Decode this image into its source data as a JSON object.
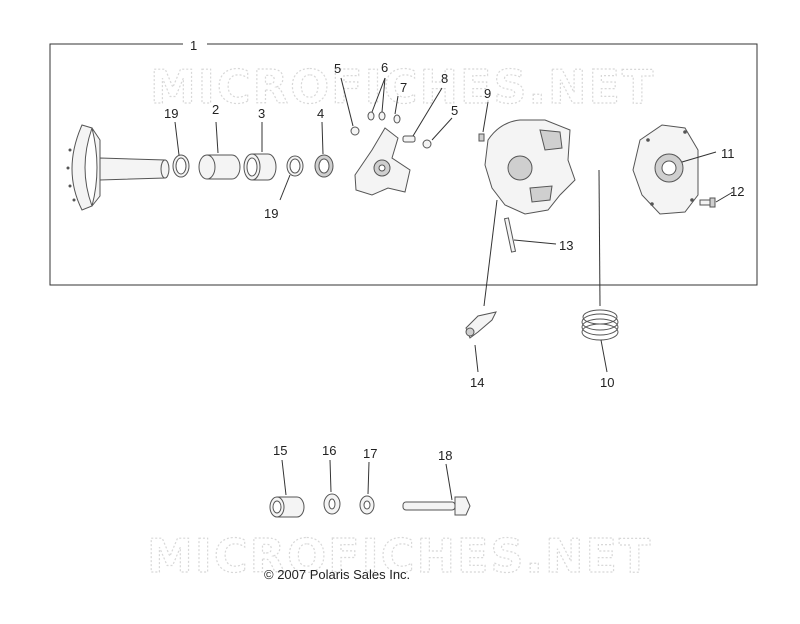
{
  "watermark": {
    "text": "MICROFICHES.NET"
  },
  "copyright": "© 2007 Polaris Sales Inc.",
  "callouts": [
    {
      "key": "c1",
      "label": "1"
    },
    {
      "key": "c2",
      "label": "2"
    },
    {
      "key": "c3",
      "label": "3"
    },
    {
      "key": "c4",
      "label": "4"
    },
    {
      "key": "c5a",
      "label": "5"
    },
    {
      "key": "c5b",
      "label": "5"
    },
    {
      "key": "c6",
      "label": "6"
    },
    {
      "key": "c7",
      "label": "7"
    },
    {
      "key": "c8",
      "label": "8"
    },
    {
      "key": "c9",
      "label": "9"
    },
    {
      "key": "c10",
      "label": "10"
    },
    {
      "key": "c11",
      "label": "11"
    },
    {
      "key": "c12",
      "label": "12"
    },
    {
      "key": "c13",
      "label": "13"
    },
    {
      "key": "c14",
      "label": "14"
    },
    {
      "key": "c15",
      "label": "15"
    },
    {
      "key": "c16",
      "label": "16"
    },
    {
      "key": "c17",
      "label": "17"
    },
    {
      "key": "c18",
      "label": "18"
    },
    {
      "key": "c19a",
      "label": "19"
    },
    {
      "key": "c19b",
      "label": "19"
    }
  ]
}
